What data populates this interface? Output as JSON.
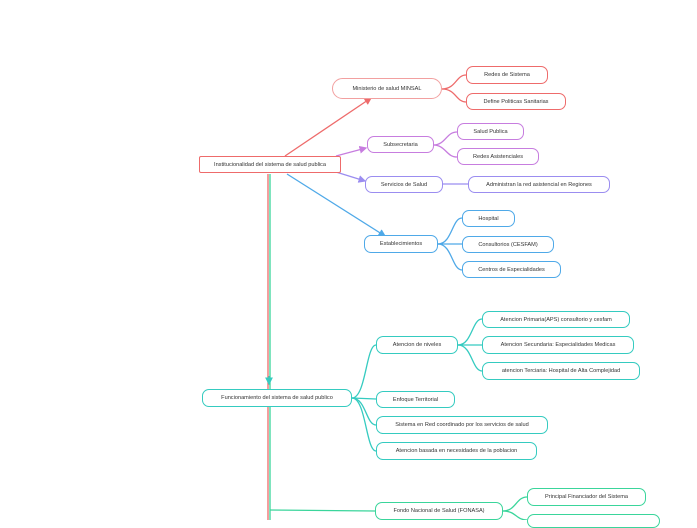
{
  "root": {
    "label": "Institucionalidad del sistema de salud publica"
  },
  "branches": {
    "ministerio": {
      "label": "Ministerio de salud MINSAL",
      "children": [
        "Redes de Sistema",
        "Define Politicas Sanitarias"
      ]
    },
    "subsecretaria": {
      "label": "Subsecretaria",
      "children": [
        "Salud Publica",
        "Redes Asistenciales"
      ]
    },
    "servicios": {
      "label": "Servicios de Salud",
      "children": [
        "Administran la red asistencial en Regiones"
      ]
    },
    "establecimientos": {
      "label": "Establecimientos",
      "children": [
        "Hospital",
        "Consultorios (CESFAM)",
        "Centros de Especialidades"
      ]
    }
  },
  "funcionamiento": {
    "label": "Funcionamiento del sistema de salud publico",
    "atencion": {
      "label": "Atencion de niveles",
      "children": [
        "Atencion Primaria(APS) consultorio y cesfam",
        "Atencion Secundaria: Especialidades Medicas",
        "atencion Terciaria: Hospital de Alta Complejidad"
      ]
    },
    "items": [
      "Enfoque Territorial",
      "Sistema en Red coordinado por los servicios de salud",
      "Atencion basada en necesidades de la poblacion"
    ]
  },
  "fonasa": {
    "label": "Fondo Nacional de Salud (FONASA)",
    "children": [
      "Principal Financiador del Sistema"
    ]
  },
  "colors": {
    "red": "#ee6b6b",
    "purple": "#c77ddf",
    "violet": "#9b8df0",
    "blue": "#4fa9e8",
    "teal": "#35cbc0",
    "green": "#3ad59b"
  }
}
